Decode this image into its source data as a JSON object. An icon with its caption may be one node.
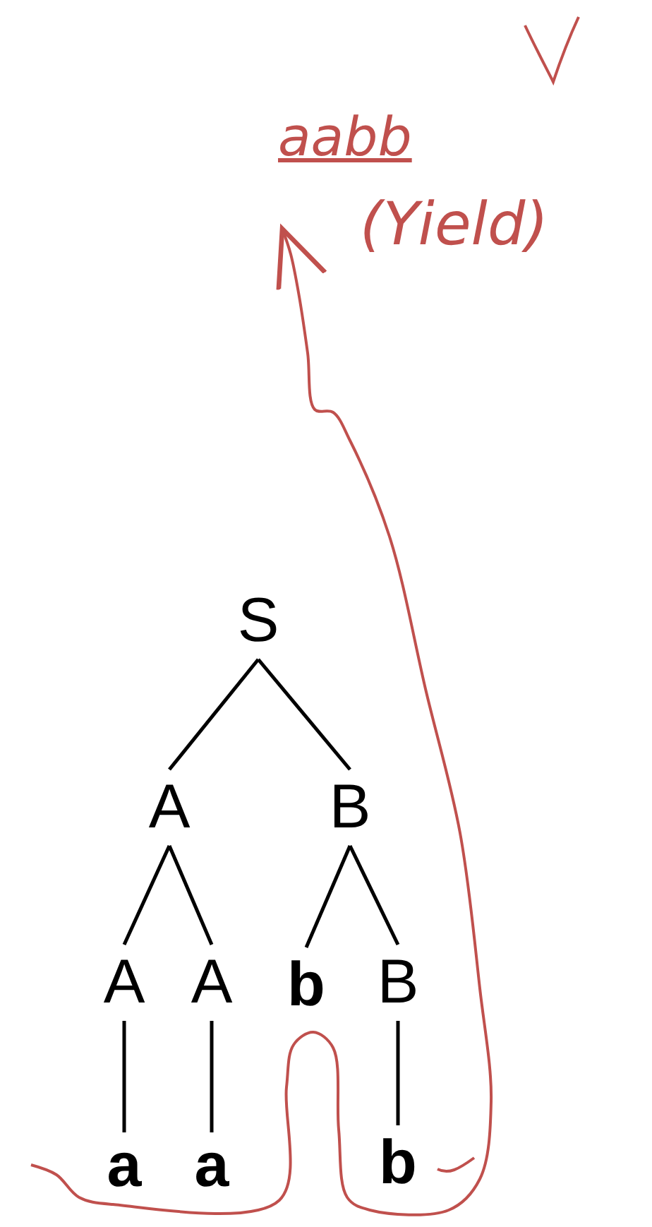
{
  "diagram": {
    "nodes": [
      {
        "text": [
          "S"
        ]
      },
      {
        "text": [
          "A"
        ]
      },
      {
        "text": [
          "B"
        ]
      },
      {
        "text": [
          "A"
        ]
      },
      {
        "text": [
          "A"
        ]
      },
      {
        "text": [
          "b"
        ]
      },
      {
        "text": [
          "B"
        ]
      },
      {
        "text": [
          "a"
        ]
      },
      {
        "text": [
          "a"
        ]
      },
      {
        "text": [
          "b"
        ]
      },
      {
        "text": [
          "aabb",
          "(Yield)"
        ]
      }
    ],
    "edges": [
      {
        "from": 0,
        "to": 1,
        "arrow": "none"
      },
      {
        "from": 0,
        "to": 2,
        "arrow": "none"
      },
      {
        "from": 1,
        "to": 3,
        "arrow": "none"
      },
      {
        "from": 1,
        "to": 4,
        "arrow": "none"
      },
      {
        "from": 2,
        "to": 5,
        "arrow": "none"
      },
      {
        "from": 2,
        "to": 6,
        "arrow": "none"
      },
      {
        "from": 3,
        "to": 7,
        "arrow": "none"
      },
      {
        "from": 4,
        "to": 8,
        "arrow": "none"
      },
      {
        "from": 6,
        "to": 9,
        "arrow": "none"
      },
      {
        "from": null,
        "to": 10,
        "arrow": "to",
        "color": "#c0504d"
      }
    ]
  }
}
